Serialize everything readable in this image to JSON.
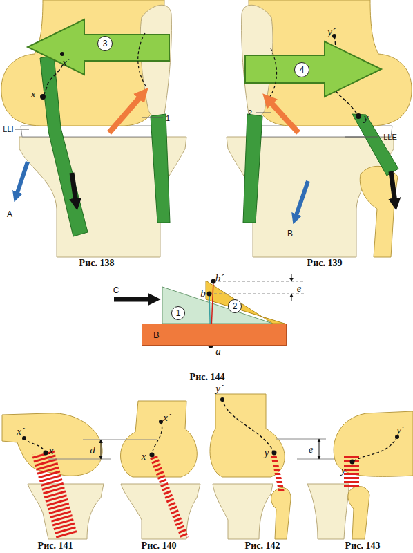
{
  "diagram": {
    "nodes": [
      {
        "text": [
          "3"
        ]
      },
      {
        "text": [
          "4"
        ]
      },
      {
        "text": [
          "1"
        ]
      },
      {
        "text": [
          "2"
        ]
      },
      {
        "text": [
          "B"
        ]
      }
    ],
    "labels": [
      "x´",
      "x",
      "LLI",
      "1",
      "A",
      "Рис. 138",
      "y´",
      "y",
      "2",
      "LLE",
      "B",
      "Рис. 139",
      "C",
      "b´",
      "b",
      "e",
      "a",
      "Рис. 144",
      "x´",
      "x",
      "d",
      "x´",
      "x",
      "y´",
      "y",
      "e",
      "y´",
      "y",
      "Рис. 141",
      "Рис. 140",
      "Рис. 142",
      "Рис. 143"
    ]
  }
}
